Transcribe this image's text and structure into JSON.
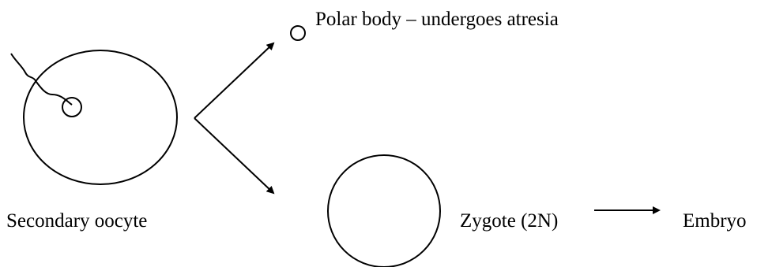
{
  "labels": {
    "polar_body": "Polar body – undergoes atresia",
    "secondary_oocyte": "Secondary oocyte",
    "zygote": "Zygote (2N)",
    "embryo": "Embryo"
  },
  "colors": {
    "stroke": "#000000",
    "background": "#ffffff",
    "text": "#000000"
  }
}
